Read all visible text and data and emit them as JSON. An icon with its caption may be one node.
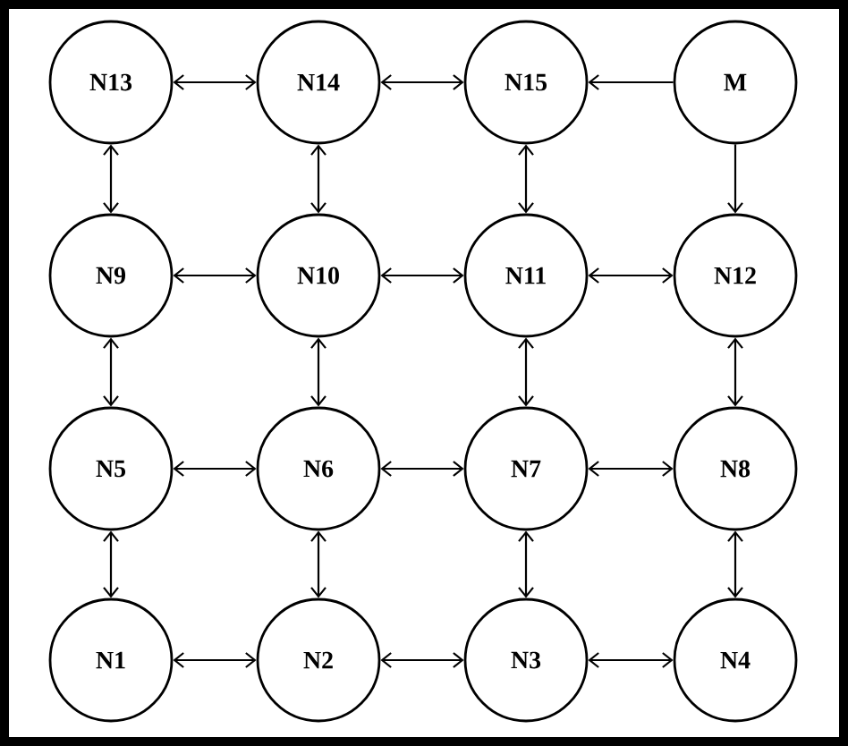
{
  "diagram": {
    "nodes": [
      {
        "text": [
          "N13"
        ]
      },
      {
        "text": [
          "N14"
        ]
      },
      {
        "text": [
          "N15"
        ]
      },
      {
        "text": [
          "M"
        ]
      },
      {
        "text": [
          "N9"
        ]
      },
      {
        "text": [
          "N10"
        ]
      },
      {
        "text": [
          "N11"
        ]
      },
      {
        "text": [
          "N12"
        ]
      },
      {
        "text": [
          "N5"
        ]
      },
      {
        "text": [
          "N6"
        ]
      },
      {
        "text": [
          "N7"
        ]
      },
      {
        "text": [
          "N8"
        ]
      },
      {
        "text": [
          "N1"
        ]
      },
      {
        "text": [
          "N2"
        ]
      },
      {
        "text": [
          "N3"
        ]
      },
      {
        "text": [
          "N4"
        ]
      }
    ],
    "edges": [
      {
        "from": 0,
        "to": 1,
        "arrow": "both"
      },
      {
        "from": 1,
        "to": 2,
        "arrow": "both"
      },
      {
        "from": 3,
        "to": 2,
        "arrow": "to"
      },
      {
        "from": 0,
        "to": 4,
        "arrow": "both"
      },
      {
        "from": 1,
        "to": 5,
        "arrow": "both"
      },
      {
        "from": 2,
        "to": 6,
        "arrow": "both"
      },
      {
        "from": 3,
        "to": 7,
        "arrow": "to"
      },
      {
        "from": 4,
        "to": 5,
        "arrow": "both"
      },
      {
        "from": 5,
        "to": 6,
        "arrow": "both"
      },
      {
        "from": 6,
        "to": 7,
        "arrow": "both"
      },
      {
        "from": 4,
        "to": 8,
        "arrow": "both"
      },
      {
        "from": 5,
        "to": 9,
        "arrow": "both"
      },
      {
        "from": 6,
        "to": 10,
        "arrow": "both"
      },
      {
        "from": 7,
        "to": 11,
        "arrow": "both"
      },
      {
        "from": 8,
        "to": 9,
        "arrow": "both"
      },
      {
        "from": 9,
        "to": 10,
        "arrow": "both"
      },
      {
        "from": 10,
        "to": 11,
        "arrow": "both"
      },
      {
        "from": 8,
        "to": 12,
        "arrow": "both"
      },
      {
        "from": 9,
        "to": 13,
        "arrow": "both"
      },
      {
        "from": 10,
        "to": 14,
        "arrow": "both"
      },
      {
        "from": 11,
        "to": 15,
        "arrow": "both"
      },
      {
        "from": 12,
        "to": 13,
        "arrow": "both"
      },
      {
        "from": 13,
        "to": 14,
        "arrow": "both"
      },
      {
        "from": 14,
        "to": 15,
        "arrow": "both"
      }
    ]
  }
}
